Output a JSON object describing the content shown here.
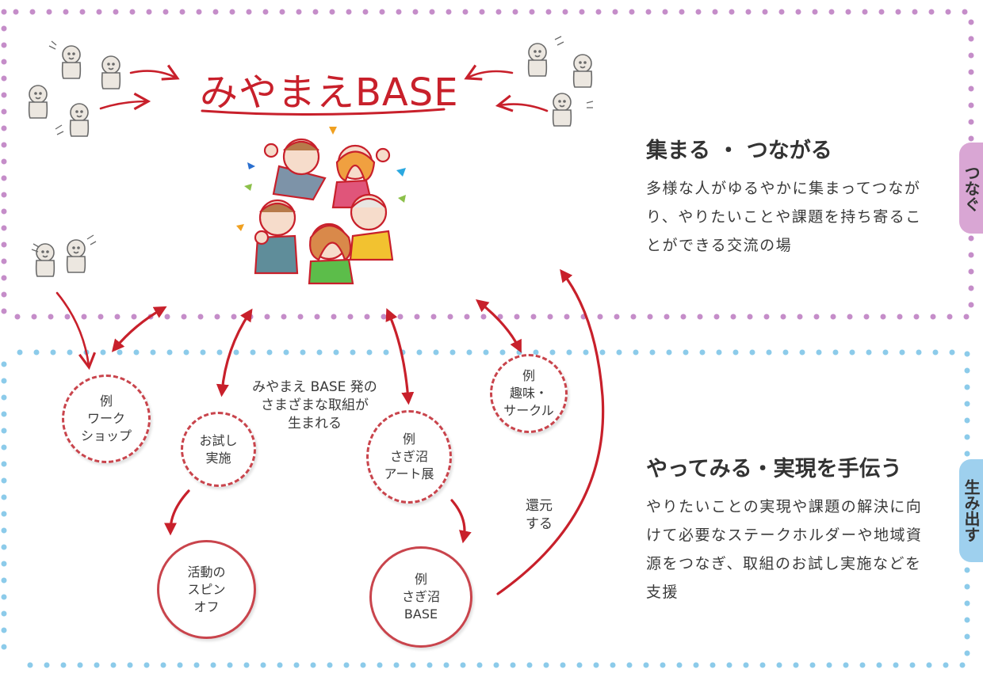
{
  "brand": {
    "title": "みやまえBASE"
  },
  "sections": {
    "top": {
      "heading": "集まる ・ つながる",
      "description": "多様な人がゆるやかに集まってつながり、やりたいことや課題を持ち寄ることができる交流の場",
      "tab": "つなぐ",
      "dot_color": "#c58dc9",
      "tab_color": "#d9a6d4"
    },
    "bottom": {
      "heading": "やってみる・実現を手伝う",
      "description": "やりたいことの実現や課題の解決に向けて必要なステークホルダーや地域資源をつなぎ、取組のお試し実施などを支援",
      "tab": "生み出す",
      "dot_color": "#8ccbea",
      "tab_color": "#9ed0ee"
    }
  },
  "nodes": {
    "workshop": "例\nワーク\nショップ",
    "trial": "お試し\n実施",
    "artshow": "例\nさぎ沼\nアート展",
    "hobby": "例\n趣味・\nサークル",
    "spinoff": "活動の\nスピン\nオフ",
    "saginuma_base": "例\nさぎ沼\nBASE"
  },
  "labels": {
    "center": "みやまえ BASE 発の\nさまざまな取組が\n生まれる",
    "return": "還元\nする"
  },
  "colors": {
    "arrow": "#c8202b",
    "node_border": "#c9444c"
  }
}
